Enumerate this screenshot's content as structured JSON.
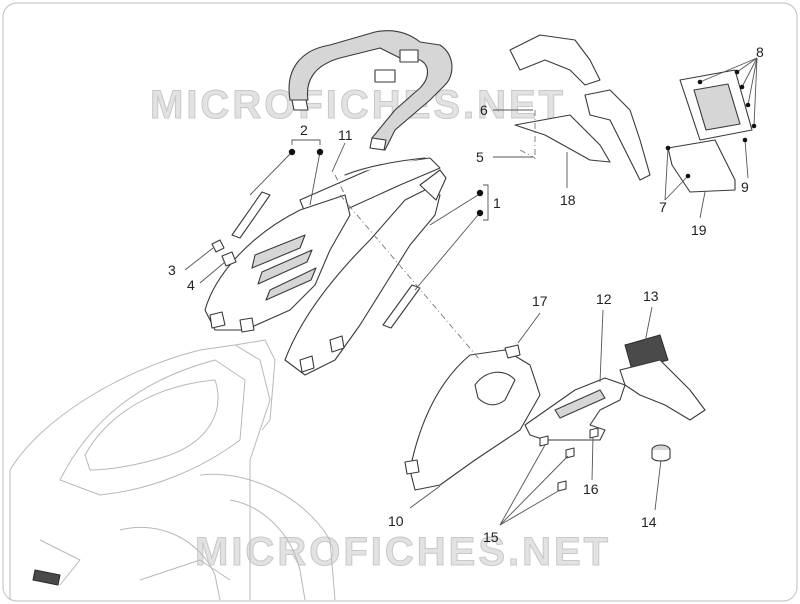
{
  "watermark": "MICROFICHES.NET",
  "callouts": [
    "1",
    "2",
    "3",
    "4",
    "5",
    "6",
    "7",
    "8",
    "9",
    "10",
    "11",
    "12",
    "13",
    "14",
    "15",
    "16",
    "17",
    "18",
    "19"
  ]
}
